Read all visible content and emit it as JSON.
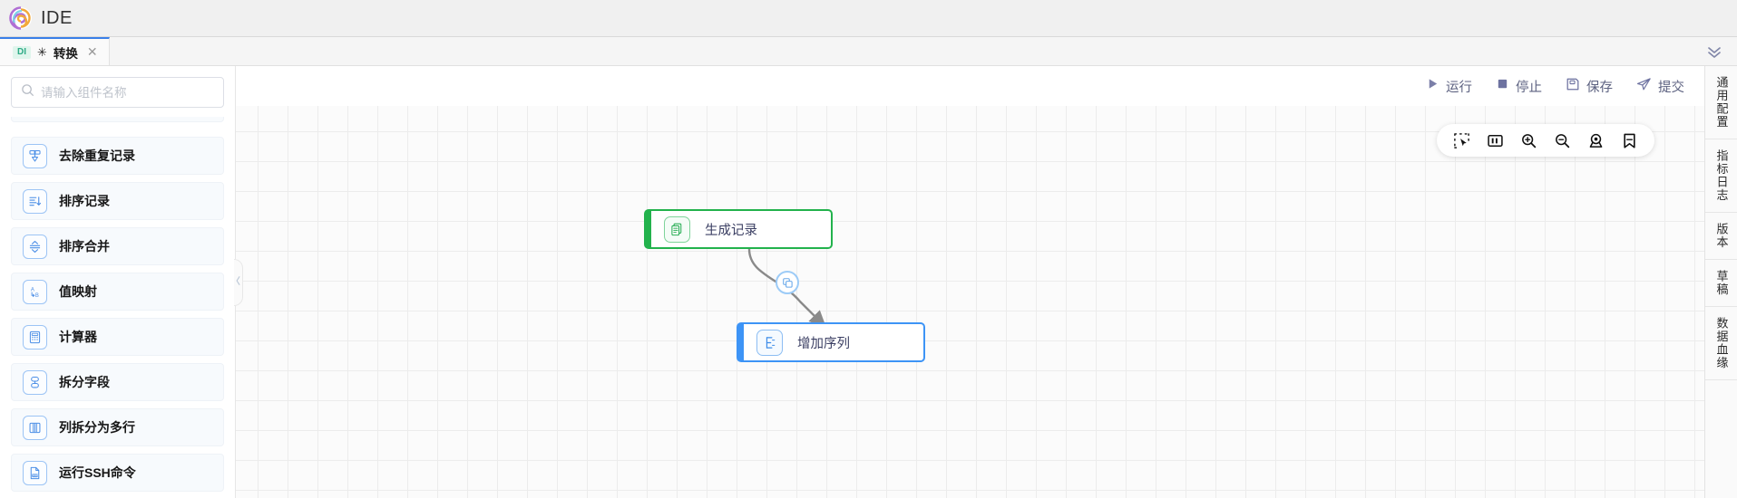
{
  "window": {
    "app_title": "IDE",
    "logo_icon": "spiral-logo-icon"
  },
  "tabbar": {
    "tabs": [
      {
        "badge": "DI",
        "dirty_marker": "✳",
        "label": "转换",
        "close_icon": "close-icon"
      }
    ],
    "collapse_icon": "double-chevron-down-icon"
  },
  "sidebar": {
    "search": {
      "placeholder": "请输入组件名称",
      "value": "",
      "icon": "search-icon"
    },
    "components": [
      {
        "label": "去除重复记录",
        "icon": "dedup-records-icon"
      },
      {
        "label": "排序记录",
        "icon": "sort-records-icon"
      },
      {
        "label": "排序合并",
        "icon": "sorted-merge-icon"
      },
      {
        "label": "值映射",
        "icon": "value-mapper-icon"
      },
      {
        "label": "计算器",
        "icon": "calculator-icon"
      },
      {
        "label": "拆分字段",
        "icon": "split-fields-icon"
      },
      {
        "label": "列拆分为多行",
        "icon": "split-column-to-rows-icon"
      },
      {
        "label": "运行SSH命令",
        "icon": "run-ssh-command-icon"
      }
    ],
    "collapse_handle_icon": "chevron-left-icon"
  },
  "toolbar": {
    "actions": [
      {
        "label": "运行",
        "icon": "play-icon"
      },
      {
        "label": "停止",
        "icon": "stop-icon"
      },
      {
        "label": "保存",
        "icon": "save-icon"
      },
      {
        "label": "提交",
        "icon": "submit-send-icon"
      }
    ]
  },
  "canvas": {
    "tools": [
      {
        "icon": "marquee-select-icon",
        "name": "marquee-select"
      },
      {
        "icon": "fit-view-icon",
        "name": "fit-view"
      },
      {
        "icon": "zoom-in-icon",
        "name": "zoom-in"
      },
      {
        "icon": "zoom-out-icon",
        "name": "zoom-out"
      },
      {
        "icon": "locate-pin-icon",
        "name": "locate"
      },
      {
        "icon": "bookmark-icon",
        "name": "bookmark"
      }
    ],
    "nodes": [
      {
        "id": "gen",
        "label": "生成记录",
        "icon": "generate-records-icon",
        "color": "#22b24c"
      },
      {
        "id": "seq",
        "label": "增加序列",
        "icon": "add-sequence-icon",
        "color": "#3d94f6"
      }
    ],
    "edge": {
      "from": "生成记录",
      "to": "增加序列",
      "badge_icon": "copy-icon",
      "color": "#8a8a8a"
    }
  },
  "right_rail": {
    "tabs": [
      {
        "label": "通用配置"
      },
      {
        "label": "指标日志"
      },
      {
        "label": "版本"
      },
      {
        "label": "草稿"
      },
      {
        "label": "数据血缘"
      }
    ]
  }
}
